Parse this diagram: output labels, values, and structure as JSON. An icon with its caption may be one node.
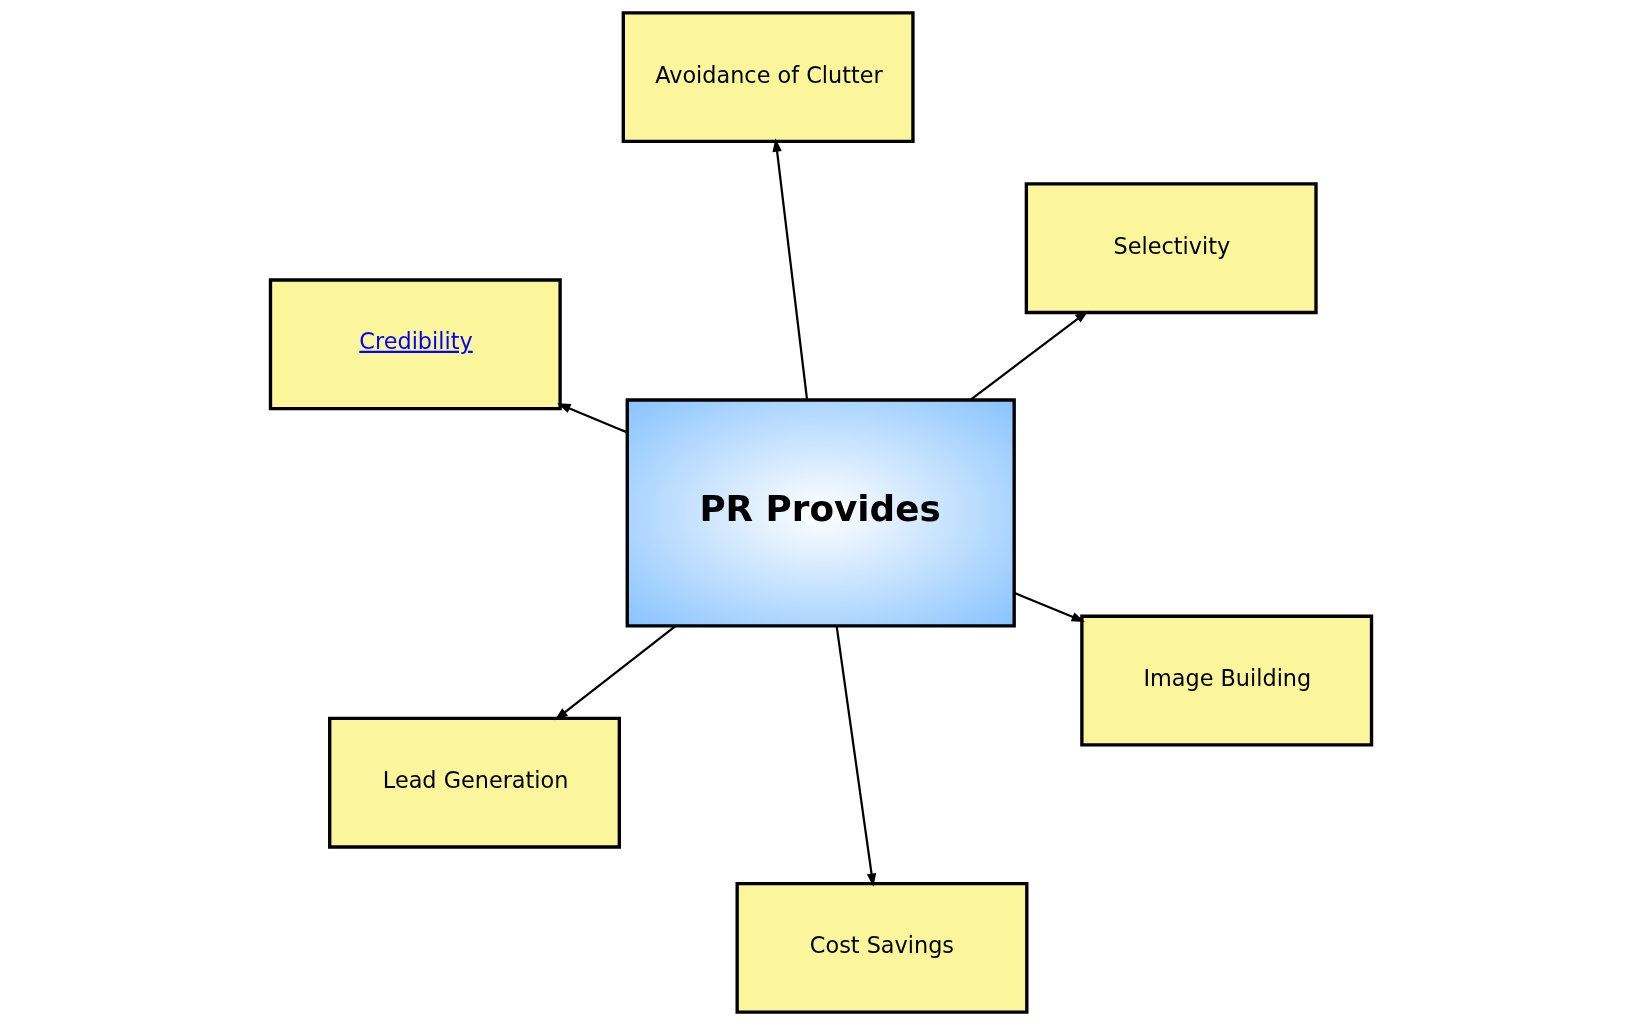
{
  "diagram": {
    "nodes": [
      {
        "text": [
          "Credibility"
        ]
      },
      {
        "text": [
          "Image Building"
        ]
      },
      {
        "text": [
          "Cost Savings"
        ]
      },
      {
        "text": [
          "PR Provides"
        ]
      },
      {
        "text": [
          "Selectivity"
        ]
      },
      {
        "text": [
          "Avoidance of Clutter"
        ]
      },
      {
        "text": [
          "Lead Generation"
        ]
      }
    ],
    "edges": [
      {
        "from": 3,
        "to": 0,
        "arrow": "to"
      },
      {
        "from": 3,
        "to": 1,
        "arrow": "to"
      },
      {
        "from": 3,
        "to": 2,
        "arrow": "to"
      },
      {
        "from": 3,
        "to": 4,
        "arrow": "to"
      },
      {
        "from": 3,
        "to": 5,
        "arrow": "to"
      },
      {
        "from": 3,
        "to": 6,
        "arrow": "to"
      }
    ]
  }
}
